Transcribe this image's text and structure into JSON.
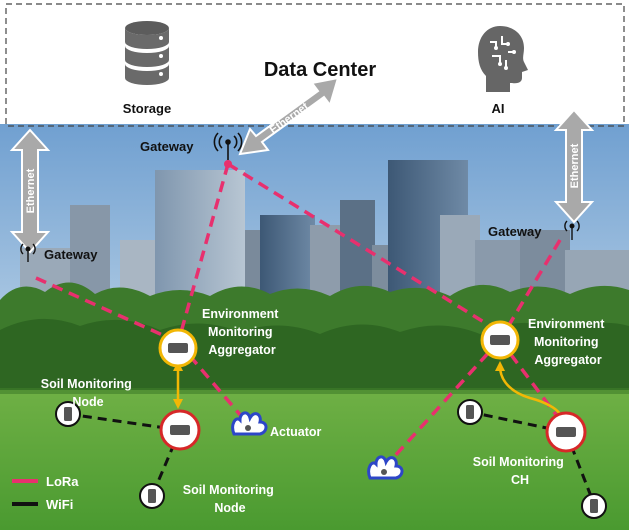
{
  "data_center": {
    "title": "Data Center",
    "storage_label": "Storage",
    "ai_label": "AI"
  },
  "links": {
    "ethernet_left": "Ethernet",
    "ethernet_center": "Ethernet",
    "ethernet_right": "Ethernet"
  },
  "gateways": {
    "center": "Gateway",
    "left": "Gateway",
    "right": "Gateway"
  },
  "nodes": {
    "aggregator_left": [
      "Environment",
      "Monitoring",
      "Aggregator"
    ],
    "aggregator_right": [
      "Environment",
      "Monitoring",
      "Aggregator"
    ],
    "soil_node_top": [
      "Soil Monitoring",
      "Node"
    ],
    "soil_node_bottom": [
      "Soil Monitoring",
      "Node"
    ],
    "soil_ch": [
      "Soil Monitoring",
      "CH"
    ],
    "actuator": "Actuator"
  },
  "legend": {
    "lora": "LoRa",
    "wifi": "WiFi",
    "lora_color": "#e8306e",
    "wifi_color": "#111111"
  },
  "colors": {
    "ethernet_arrow": "#a9a9a9",
    "sensor_ring_red": "#d62828",
    "aggregator_ring": "#f2b705",
    "actuator_blue": "#2d46c8",
    "grass": "#5aa13a",
    "sky": "#8db7dd"
  }
}
